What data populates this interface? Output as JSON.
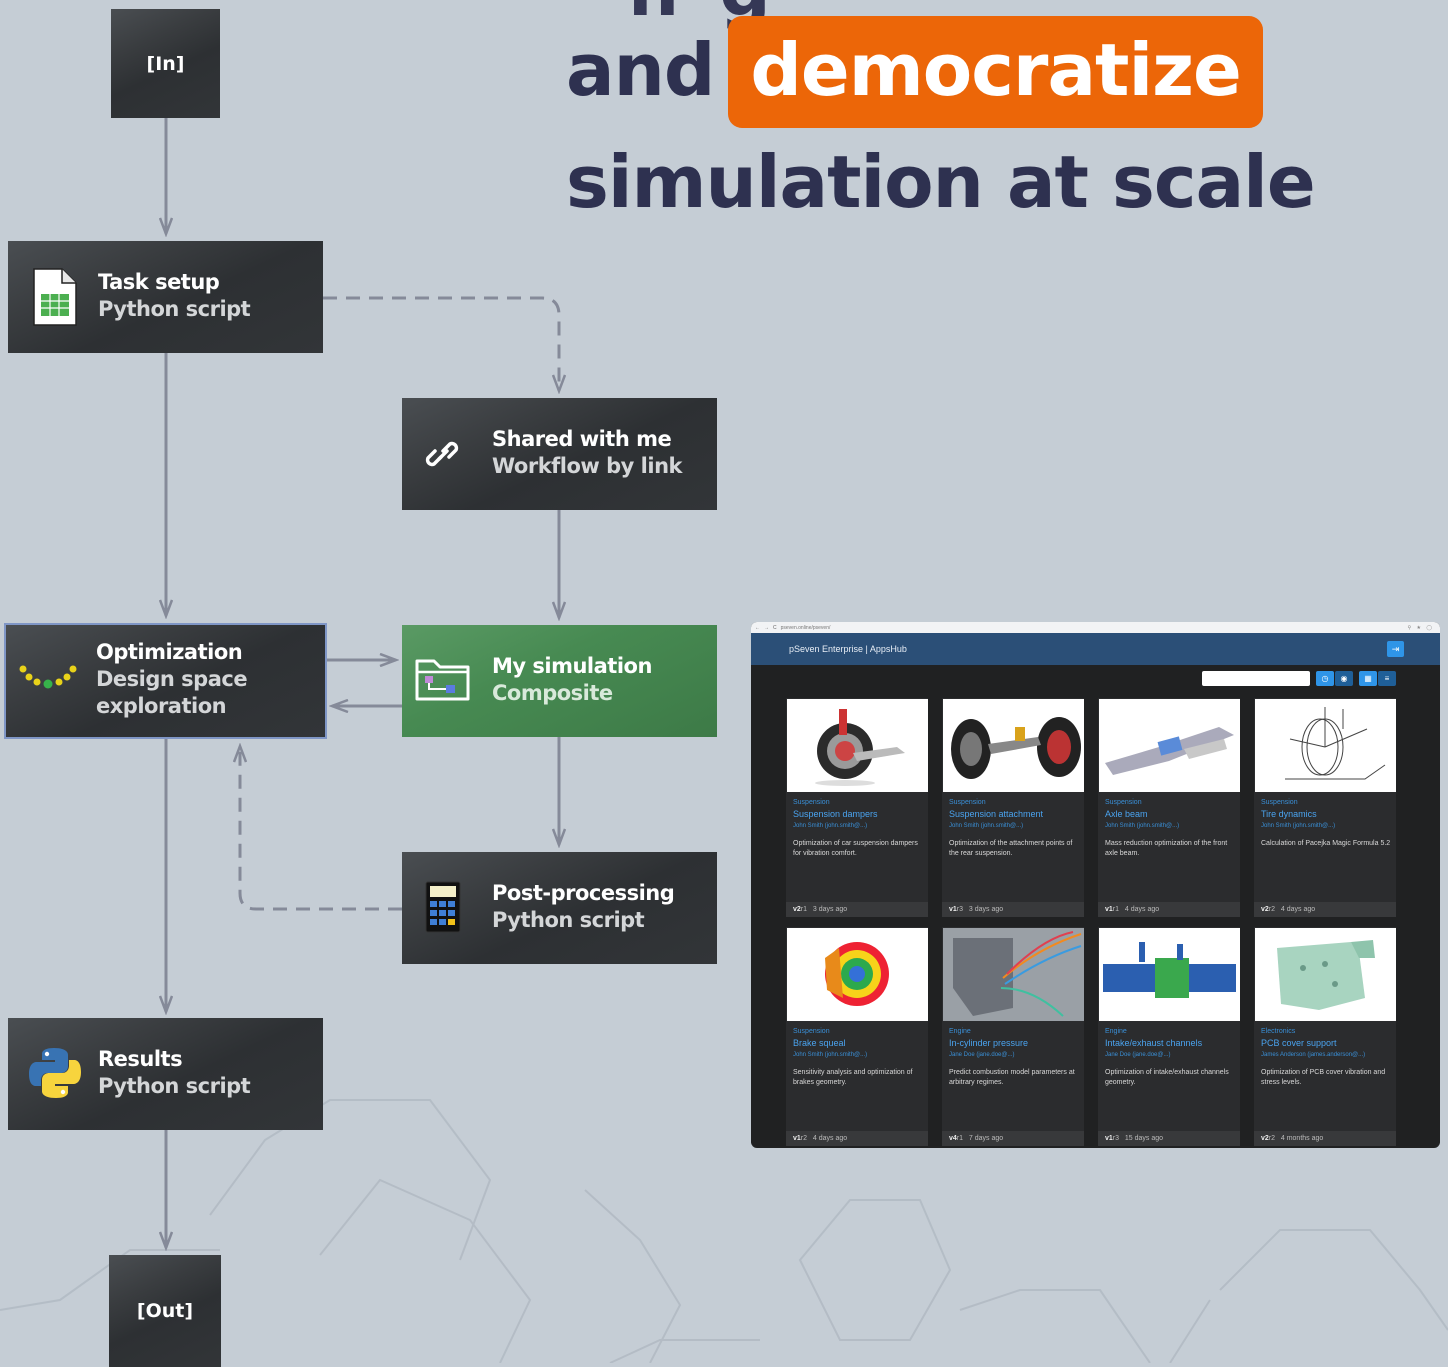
{
  "headline": {
    "line1_partial": "ng",
    "line2_prefix": "and",
    "line2_highlight": "democratize",
    "line3": "simulation at scale",
    "highlight_color": "#ec6608",
    "text_color": "#2e3150"
  },
  "workflow": {
    "in_label": "[In]",
    "out_label": "[Out]",
    "task_setup": {
      "title": "Task setup",
      "subtitle": "Python script",
      "icon": "spreadsheet-file-icon"
    },
    "shared": {
      "title": "Shared with me",
      "subtitle": "Workflow by link",
      "icon": "link-icon"
    },
    "optimization": {
      "title": "Optimization",
      "subtitle_line1": "Design space",
      "subtitle_line2": "exploration",
      "icon": "pareto-dots-icon"
    },
    "my_simulation": {
      "title": "My simulation",
      "subtitle": "Composite",
      "icon": "folder-icon",
      "color": "#478a52"
    },
    "post_processing": {
      "title": "Post-processing",
      "subtitle": "Python script",
      "icon": "calculator-icon"
    },
    "results": {
      "title": "Results",
      "subtitle": "Python script",
      "icon": "python-logo-icon"
    }
  },
  "app": {
    "url": "pseven.online/pseven/",
    "header_title": "pSeven Enterprise | AppsHub",
    "accent": "#2f95e8",
    "cards": [
      {
        "category": "Suspension",
        "name": "Suspension dampers",
        "author": "John Smith (john.smith@...)",
        "description": "Optimization of car suspension dampers for vibration comfort.",
        "version": "v2",
        "revision": "r1",
        "age": "3 days ago"
      },
      {
        "category": "Suspension",
        "name": "Suspension attachment",
        "author": "John Smith (john.smith@...)",
        "description": "Optimization of the attachment points of the rear suspension.",
        "version": "v1",
        "revision": "r3",
        "age": "3 days ago"
      },
      {
        "category": "Suspension",
        "name": "Axle beam",
        "author": "John Smith (john.smith@...)",
        "description": "Mass reduction optimization of the front axle beam.",
        "version": "v1",
        "revision": "r1",
        "age": "4 days ago"
      },
      {
        "category": "Suspension",
        "name": "Tire dynamics",
        "author": "John Smith (john.smith@...)",
        "description": "Calculation of Pacejka Magic Formula 5.2",
        "version": "v2",
        "revision": "r2",
        "age": "4 days ago"
      },
      {
        "category": "Suspension",
        "name": "Brake squeal",
        "author": "John Smith (john.smith@...)",
        "description": "Sensitivity analysis and optimization of brakes geometry.",
        "version": "v1",
        "revision": "r2",
        "age": "4 days ago"
      },
      {
        "category": "Engine",
        "name": "In-cylinder pressure",
        "author": "Jane Doe (jane.doe@...)",
        "description": "Predict combustion model parameters at arbitrary regimes.",
        "version": "v4",
        "revision": "r1",
        "age": "7 days ago"
      },
      {
        "category": "Engine",
        "name": "Intake/exhaust channels",
        "author": "Jane Doe (jane.doe@...)",
        "description": "Optimization of intake/exhaust channels geometry.",
        "version": "v1",
        "revision": "r3",
        "age": "15 days ago"
      },
      {
        "category": "Electronics",
        "name": "PCB cover support",
        "author": "James Anderson (james.anderson@...)",
        "description": "Optimization of PCB cover vibration and stress levels.",
        "version": "v2",
        "revision": "r2",
        "age": "4 months ago"
      }
    ]
  }
}
